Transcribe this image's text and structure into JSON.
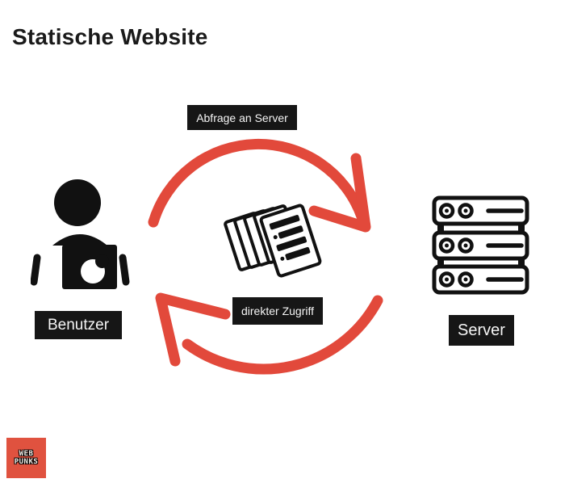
{
  "title": "Statische Website",
  "colors": {
    "accent_red": "#E2493B",
    "logo_bg": "#E0523F",
    "label_bg": "#161616",
    "label_text": "#F5F5F5",
    "icon_black": "#111111",
    "background": "#FFFFFF"
  },
  "diagram": {
    "flow_labels": {
      "request": "Abfrage an Server",
      "direct_access": "direkter Zugriff"
    },
    "nodes": {
      "user": {
        "label": "Benutzer",
        "icon": "user-at-laptop-icon"
      },
      "documents": {
        "icon": "document-stack-icon"
      },
      "server": {
        "label": "Server",
        "icon": "server-rack-icon"
      }
    },
    "cycle_icon": "cycle-arrows-icon"
  },
  "logo": {
    "name": "webpunks-logo",
    "line1": "WEB",
    "line2": "PUNKS"
  }
}
